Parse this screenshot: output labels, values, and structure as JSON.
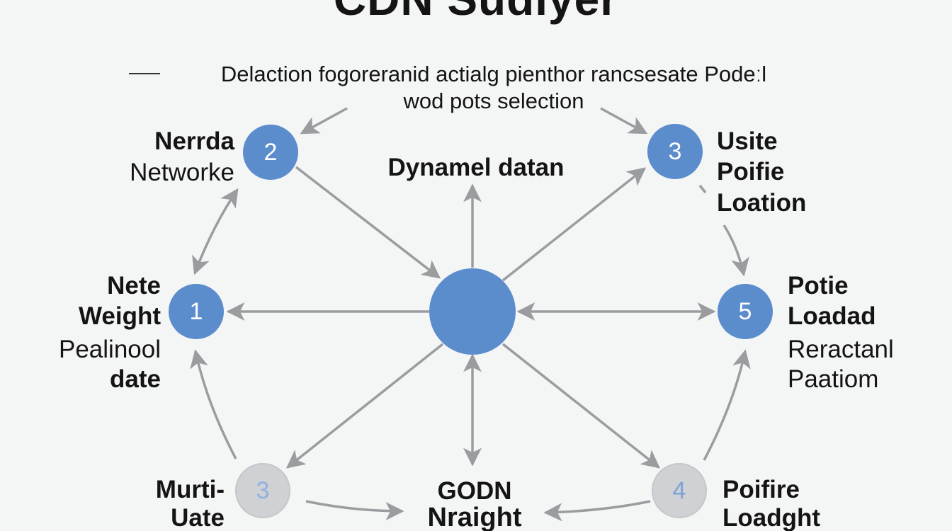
{
  "title": "CDN Sudlyer",
  "subtitle": {
    "line1": "Delaction fogoreranid actialg pienthor rancsesate Podeːl",
    "line2": "wod pots selection"
  },
  "nodes": {
    "center": {
      "label": ""
    },
    "n2": {
      "number": "2",
      "label_bold": "Nerrda",
      "label_regular": "Networke"
    },
    "n3": {
      "number": "3",
      "label_line1": "Usite",
      "label_line2": "Poifie",
      "label_line3": "Loation"
    },
    "n1": {
      "number": "1",
      "label_bold_line1": "Nete",
      "label_bold_line2": "Weight",
      "label_regular_line1": "Pealinool",
      "label_regular_line2": "date"
    },
    "n5": {
      "number": "5",
      "label_bold_line1": "Potie",
      "label_bold_line2": "Loadad",
      "label_regular_line1": "Reractanl",
      "label_regular_line2": "Paatiom"
    },
    "top": {
      "label": "Dynamel datan"
    },
    "bottom": {
      "label_line1": "GODN",
      "label_line2": "Nraight"
    },
    "bl": {
      "number": "3",
      "label_line1": "Murti-",
      "label_line2": "Uate"
    },
    "br": {
      "number": "4",
      "label_line1": "Poifire",
      "label_line2": "Loadght"
    }
  },
  "colors": {
    "node_blue": "#5b8ccc",
    "node_gray": "#cfd1d4",
    "arrow": "#9a9c9f",
    "background": "#f4f5f5"
  }
}
